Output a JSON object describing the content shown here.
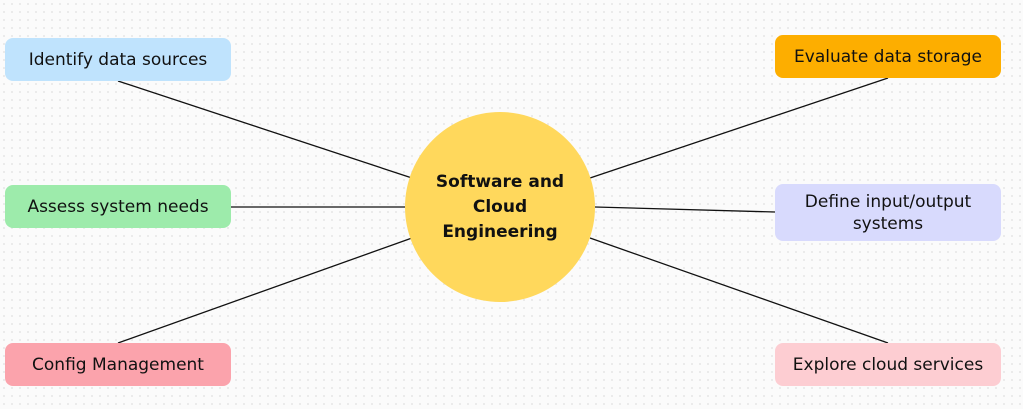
{
  "center": {
    "label": "Software and Cloud Engineering",
    "color": "#ffd85c"
  },
  "nodes": [
    {
      "label": "Identify data sources",
      "color": "#bfe3fd"
    },
    {
      "label": "Assess system needs",
      "color": "#9debab"
    },
    {
      "label": "Config Management",
      "color": "#fba3ac"
    },
    {
      "label": "Evaluate data storage",
      "color": "#fdae00"
    },
    {
      "label": "Define input/output systems",
      "color": "#d8dafd"
    },
    {
      "label": "Explore cloud services",
      "color": "#fdcdd2"
    }
  ]
}
